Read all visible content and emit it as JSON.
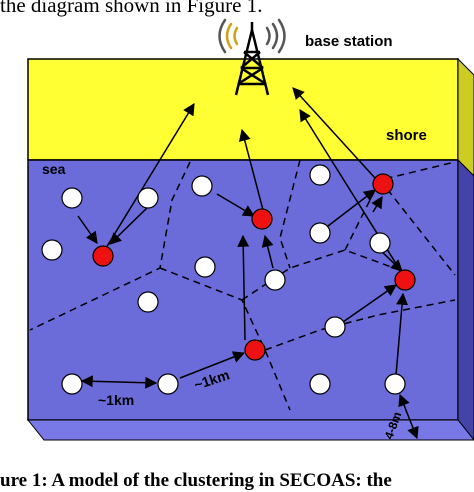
{
  "top_caption": "the diagram shown in Figure 1.",
  "bottom_caption": "ure 1: A model of the clustering in SECOAS: the",
  "labels": {
    "base_station": "base station",
    "shore": "shore",
    "sea": "sea",
    "distance_1": "~1km",
    "distance_2": "~1km",
    "depth": "4-8m"
  },
  "colors": {
    "shore": "#ffff33",
    "sea_top": "#6b6bd9",
    "sea_front": "#7878e6",
    "sea_side": "#4343a8",
    "cluster_head": "#ee1111",
    "node": "#ffffff"
  },
  "icons": [
    "antenna-tower-icon",
    "radio-signal-icon"
  ]
}
